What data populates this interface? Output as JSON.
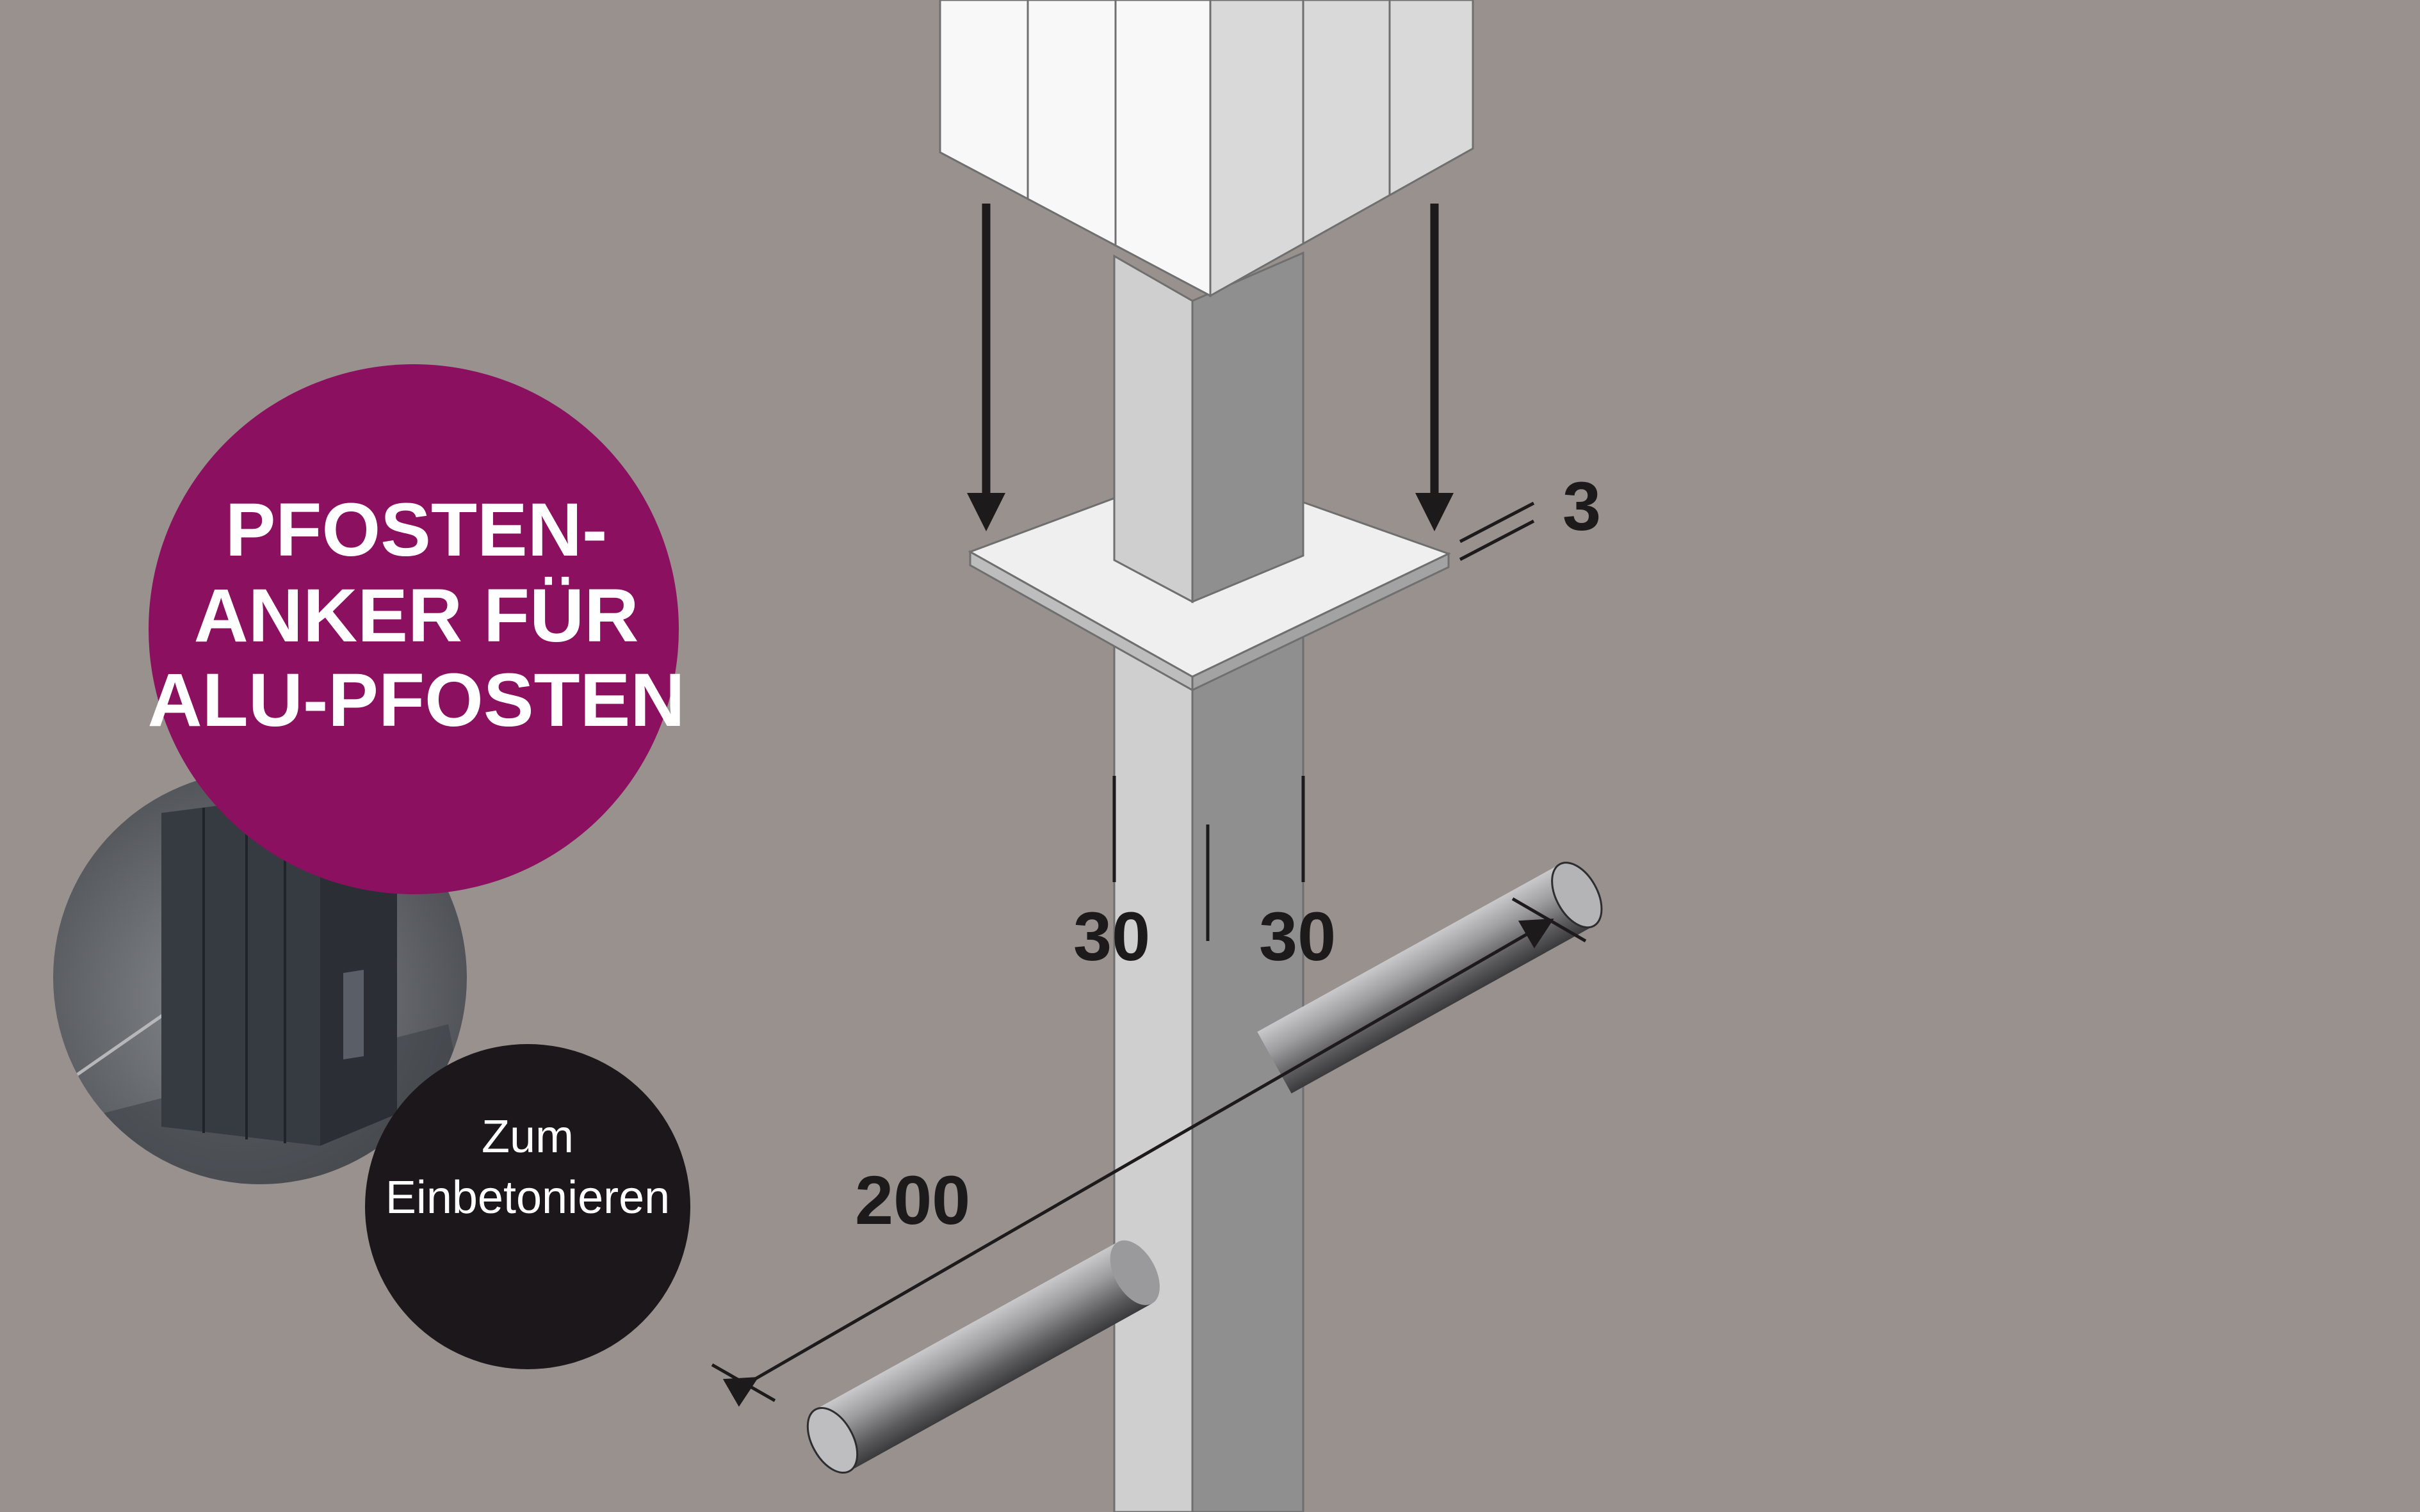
{
  "dimensions": {
    "plate_thickness": "3",
    "post_width_left": "30",
    "post_width_right": "30",
    "bar_length": "200"
  },
  "badge": {
    "title_line1": "PFOSTEN-",
    "title_line2": "ANKER FÜR",
    "title_line3": "ALU-PFOSTEN",
    "color": "#8b1060"
  },
  "sub_badge": {
    "line1": "Zum",
    "line2": "Einbetonieren",
    "color": "#1b171a"
  },
  "colors": {
    "background": "#98918e",
    "steel_light": "#cfcfd0",
    "steel_dark": "#909090",
    "cap_white": "#ffffff"
  }
}
